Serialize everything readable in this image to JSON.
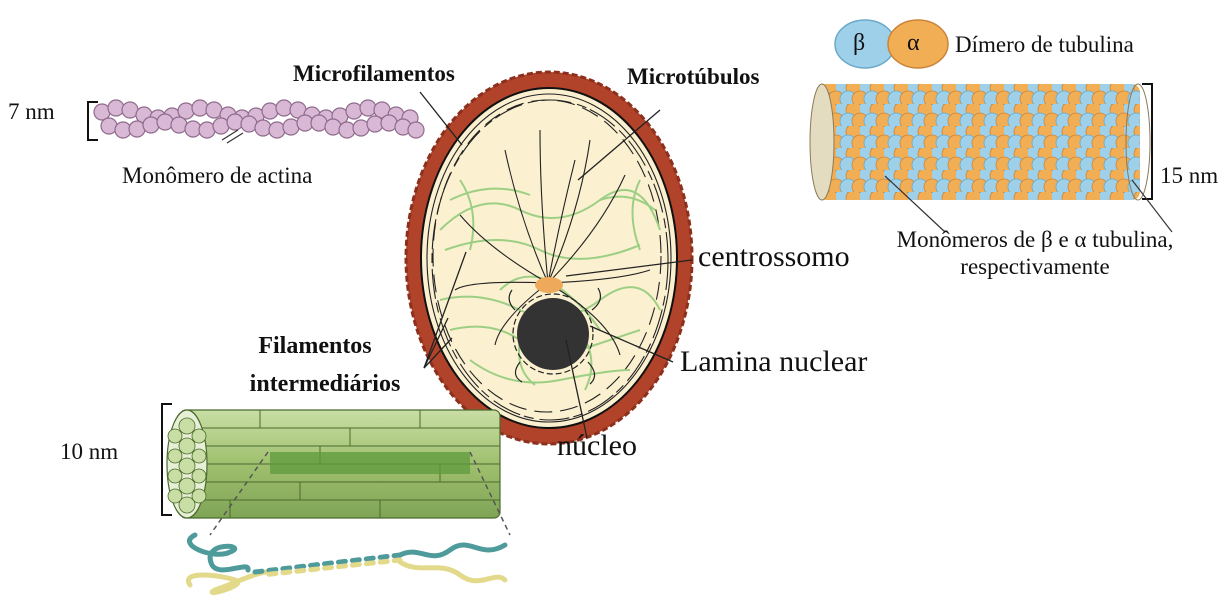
{
  "labels": {
    "microfilaments": "Microfilamentos",
    "microtubules": "Microtúbulos",
    "actin_size": "7 nm",
    "actin_monomer": "Monômero de actina",
    "tubulin_dimer": "Dímero de tubulina",
    "beta": "β",
    "alpha": "α",
    "tubule_size": "15 nm",
    "tubulin_monomers_line1": "Monômeros de β e α tubulina,",
    "tubulin_monomers_line2": "respectivamente",
    "centrosome": "centrossomo",
    "nuclear_lamina": "Lamina nuclear",
    "nucleus": "núcleo",
    "intermediate_line1": "Filamentos",
    "intermediate_line2": "intermediários",
    "intermediate_size": "10 nm"
  },
  "colors": {
    "cell_wall": "#b0432a",
    "cytoplasm": "#fbf0d0",
    "nucleus": "#333333",
    "centrosome": "#eea95a",
    "cytoplasm_fibers": "#9ccf84",
    "actin": "#d9b8d6",
    "tubulin_beta": "#9fd0ea",
    "tubulin_alpha": "#f1ae55",
    "intermediate_filament": "#a6c77a"
  }
}
